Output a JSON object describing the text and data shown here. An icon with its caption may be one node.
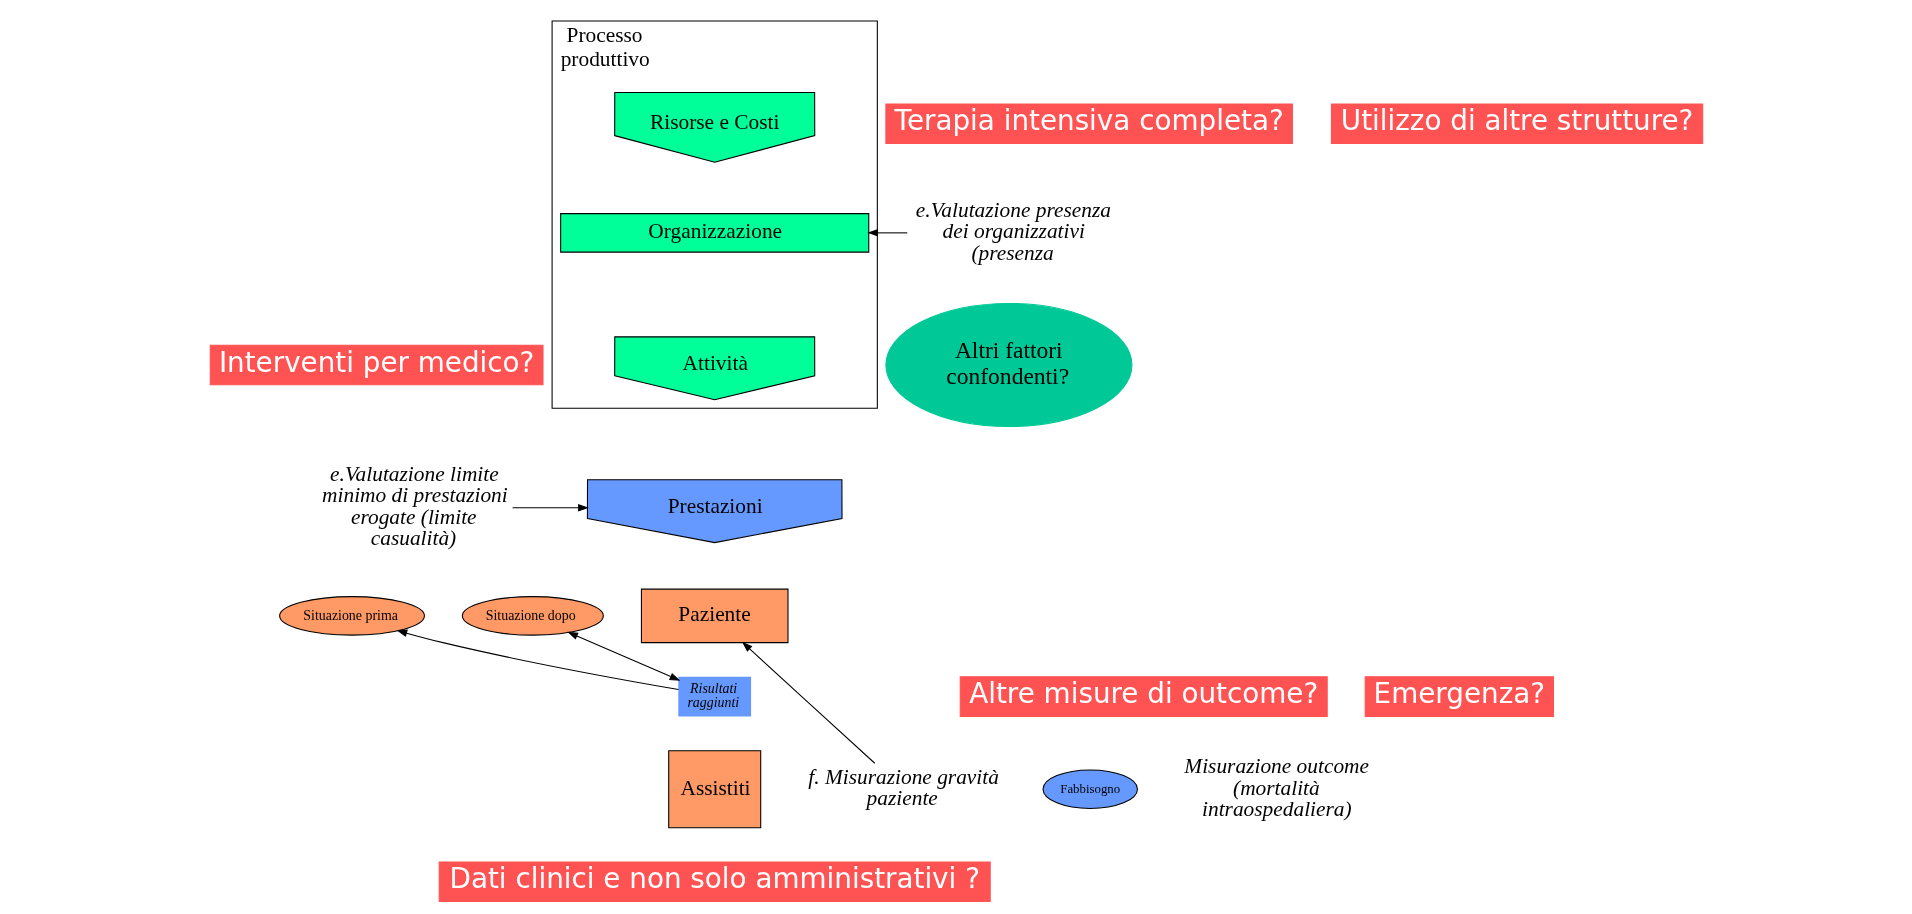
{
  "diagram": {
    "nodes": [
      {
        "text": [
          "Processo produttivo"
        ]
      },
      {
        "text": [
          "Risorse e Costi"
        ],
        "in": 0
      },
      {
        "text": [
          "Organizzazione"
        ],
        "in": 0
      },
      {
        "text": [
          "Attività"
        ],
        "in": 0
      },
      {
        "text": [
          "Altri fattori confondenti?"
        ]
      },
      {
        "text": [
          "Prestazioni"
        ]
      },
      {
        "text": [
          "Situazione prima"
        ]
      },
      {
        "text": [
          "Paziente"
        ]
      },
      {
        "text": [
          "Situazione dopo"
        ]
      },
      {
        "text": [
          "Risultati raggiunti"
        ]
      },
      {
        "text": [
          "e.Valutazione presenza dei organizzativi (presenza"
        ]
      },
      {
        "text": [
          "e.Valutazione limite minimo di prestazioni erogate (limite casualità)"
        ]
      },
      {
        "text": [
          "f. Misurazione gravità paziente"
        ]
      },
      {
        "text": [
          "Assistiti"
        ]
      },
      {
        "text": [
          "Fabbisogno"
        ]
      }
    ],
    "edges": [
      {
        "from": 10,
        "to": 2,
        "arrow": "to"
      },
      {
        "from": 11,
        "to": 5,
        "arrow": "to"
      },
      {
        "from": 9,
        "to": 6,
        "arrow": "to"
      },
      {
        "from": 9,
        "to": 8,
        "arrow": "both"
      },
      {
        "from": 12,
        "to": 7,
        "arrow": "to"
      }
    ],
    "labels": [
      "Terapia intensiva completa?",
      "Utilizzo di altre strutture?",
      "Interventi per medico?",
      "Altre misure di outcome?",
      "Emergenza?",
      "Misurazione outcome (mortalità intraospedaliera)",
      "Dati clinici e non solo amministrativi ?"
    ]
  }
}
